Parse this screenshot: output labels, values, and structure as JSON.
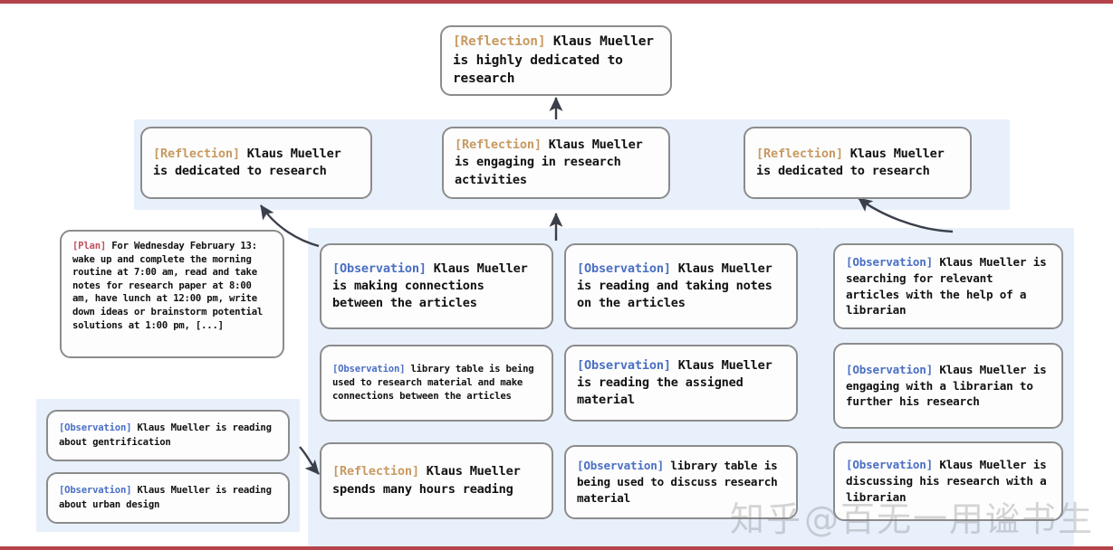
{
  "diagram": {
    "title": "Reflection tree memory stream",
    "colors": {
      "panel_background": "#e8f0fb",
      "node_background": "#fdfdfd",
      "node_border": "#8c8c8c",
      "tag_reflection": "#c89a62",
      "tag_observation": "#4a6fc4",
      "tag_plan": "#c0515f",
      "arrow": "#3b3f4a",
      "page_border": "#b5434b"
    }
  },
  "root": {
    "tag": "[Reflection]",
    "text": " Klaus Mueller is highly dedicated to research"
  },
  "reflections": [
    {
      "tag": "[Reflection]",
      "text": " Klaus Mueller is dedicated to research"
    },
    {
      "tag": "[Reflection]",
      "text": " Klaus Mueller is engaging in research activities"
    },
    {
      "tag": "[Reflection]",
      "text": " Klaus Mueller is dedicated to research"
    }
  ],
  "plan_node": {
    "tag": "[Plan]",
    "text": " For Wednesday February 13: wake up and complete the morning routine at 7:00 am, read and take notes for research paper at 8:00 am, have lunch at 12:00 pm, write down ideas or brainstorm potential solutions at 1:00 pm, [...]"
  },
  "bottom_left_group": [
    {
      "tag": "[Observation]",
      "text": " Klaus Mueller is reading about gentrification"
    },
    {
      "tag": "[Observation]",
      "text": " Klaus Mueller is reading about urban design"
    }
  ],
  "column_one": [
    {
      "tag": "[Observation]",
      "text": " Klaus Mueller is making connections between the articles"
    },
    {
      "tag": "[Observation]",
      "text": " library table is being used to research material and make connections between the articles"
    },
    {
      "tag": "[Reflection]",
      "text": " Klaus Mueller spends many hours reading"
    }
  ],
  "column_two": [
    {
      "tag": "[Observation]",
      "text": " Klaus Mueller is reading and taking notes on the articles"
    },
    {
      "tag": "[Observation]",
      "text": " Klaus Mueller is reading the assigned material"
    },
    {
      "tag": "[Observation]",
      "text": " library table is being used to discuss research material"
    }
  ],
  "column_three": [
    {
      "tag": "[Observation]",
      "text": " Klaus Mueller is searching for relevant articles with the help of a librarian"
    },
    {
      "tag": "[Observation]",
      "text": " Klaus Mueller is engaging with a librarian to further his research"
    },
    {
      "tag": "[Observation]",
      "text": " Klaus Mueller is discussing his research with a librarian"
    }
  ],
  "watermark": {
    "mark": "知乎",
    "handle": "@百无一用谧书生"
  }
}
